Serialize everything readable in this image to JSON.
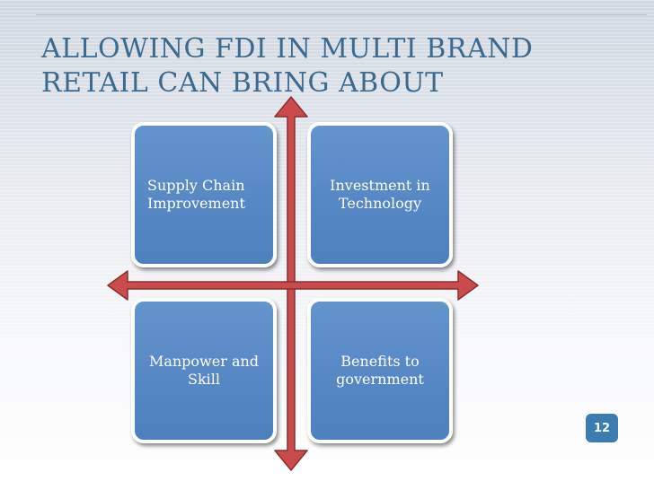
{
  "slide": {
    "title_line1": "ALLOWING FDI IN MULTI BRAND",
    "title_line2": "RETAIL CAN BRING ABOUT",
    "page_number": "12"
  },
  "diagram": {
    "quadrants": [
      {
        "id": "top-left",
        "label": "Supply Chain Improvement"
      },
      {
        "id": "top-right",
        "label": "Investment in Technology"
      },
      {
        "id": "bottom-left",
        "label": "Manpower and Skill"
      },
      {
        "id": "bottom-right",
        "label": "Benefits to government"
      }
    ],
    "colors": {
      "box_fill": "#5587c4",
      "box_border": "#ffffff",
      "arrow_fill": "#c94b4b",
      "arrow_stroke": "#8c2f2f",
      "title": "#3c6a8e",
      "badge": "#3d7cb3"
    }
  }
}
